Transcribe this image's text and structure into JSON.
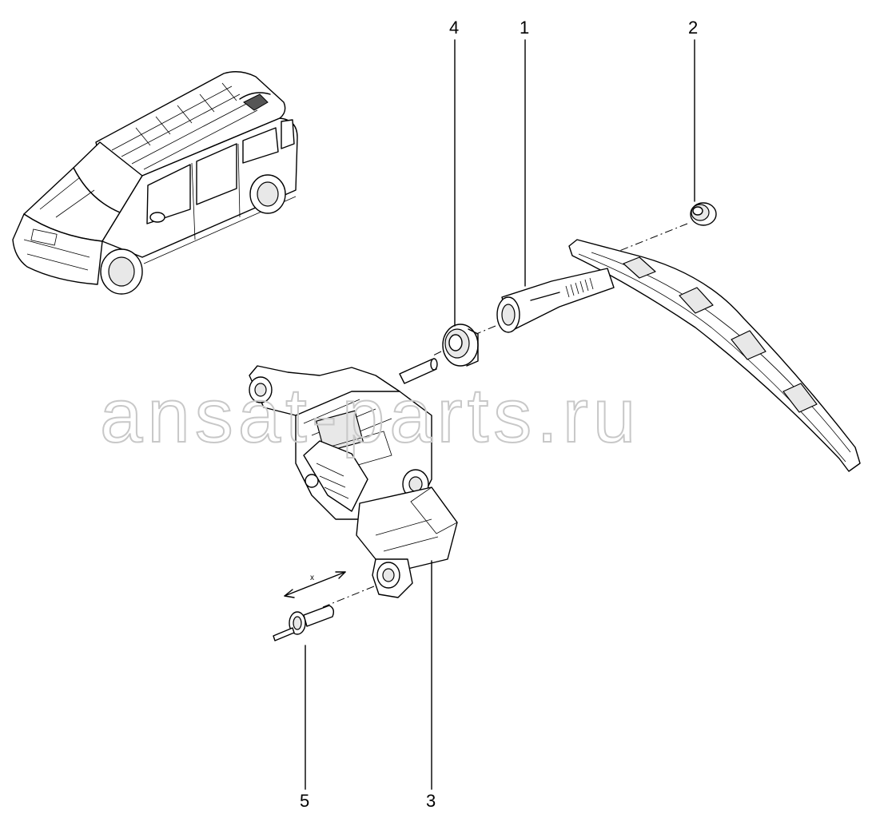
{
  "watermark": "ansat-parts.ru",
  "callouts": [
    {
      "id": "callout-1",
      "label": "1"
    },
    {
      "id": "callout-2",
      "label": "2"
    },
    {
      "id": "callout-3",
      "label": "3"
    },
    {
      "id": "callout-4",
      "label": "4"
    },
    {
      "id": "callout-5",
      "label": "5"
    }
  ],
  "dimension_label": "x"
}
